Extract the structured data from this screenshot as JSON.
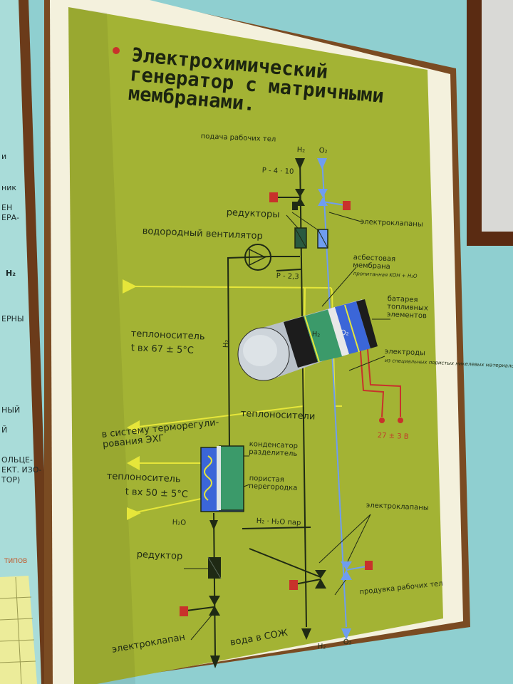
{
  "poster": {
    "title_lines": [
      "Электрохимический",
      "генератор с матричными",
      "мембранами."
    ],
    "labels": {
      "supply": "подача рабочих тел",
      "pressure_top": "P - 4 · 10",
      "reducers": "редукторы",
      "solenoid_valves_top": "электроклапаны",
      "hydrogen_fan": "водородный вентилятор",
      "pressure_mid": "P - 2,3",
      "asbestos_membrane": "асбестовая мембрана",
      "membrane_note": "пропитанная KOH + H₂O",
      "fuel_cell_battery": "батарея топливных элементов",
      "electrodes": "электроды",
      "electrodes_note": "из специальных пористых никелевых материалов",
      "coolant_main": "теплоноситель",
      "coolant_main_temp": "t вх 67 ± 5°C",
      "coolants": "теплоносители",
      "thermo_system": "в систему терморегули-рования ЭХГ",
      "condenser": "конденсатор разделитель",
      "porous_partition": "пористая перегородка",
      "coolant_second": "теплоноситель",
      "coolant_second_temp": "t вх 50 ± 5°C",
      "water_out": "H₂O",
      "h2_vapor": "H₂ · H₂O пар",
      "reducer": "редуктор",
      "solenoid_valves_bottom": "электроклапаны",
      "purge": "продувка рабочих тел",
      "solenoid_valve": "электроклапан",
      "water_to_soj": "вода в СОЖ",
      "voltage": "27 ± 3 В",
      "h2_in": "H₂",
      "o2_in": "O₂",
      "h2_out": "H₂",
      "o2_out": "O₂",
      "h2_cell": "H₂",
      "o2_cell": "O₂",
      "h2_pipe": "H₂"
    }
  },
  "left_board": {
    "fragments": [
      "и",
      "ник",
      "ЕН",
      "ЕРА-",
      "H₂",
      "ЕРНЫ",
      "НЫЙ",
      "Й",
      "ОЛЬЦЕ-",
      "ЕКТ. ИЗО-",
      "ТОР)",
      "ТИПОВ"
    ]
  },
  "colors": {
    "wall": "#8fcfd0",
    "poster": "#a3b334",
    "frame": "#7a4b22",
    "hydrogen_line": "#1f2a14",
    "oxygen_line": "#6f9df0",
    "coolant_line": "#e6e63a",
    "valve_red": "#c8322b"
  }
}
